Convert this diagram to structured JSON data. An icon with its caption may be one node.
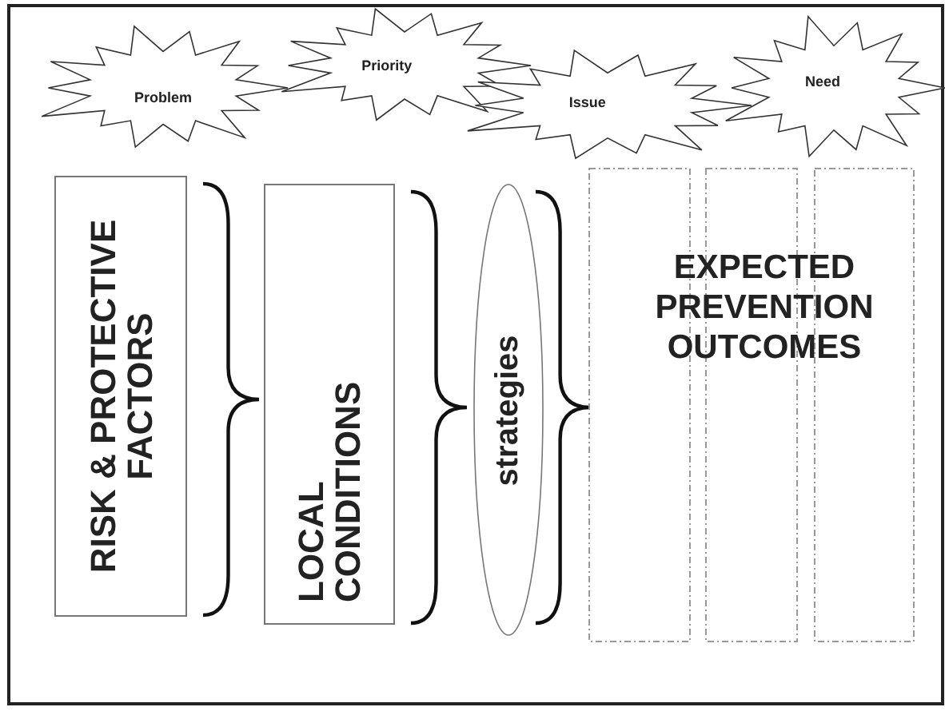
{
  "diagram": {
    "nodes": [
      {
        "text": [
          "Problem"
        ]
      },
      {
        "text": [
          "Priority"
        ]
      },
      {
        "text": [
          "Issue"
        ]
      },
      {
        "text": [
          "Need"
        ]
      },
      {
        "text": [
          "RISK & PROTECTIVE FACTORS"
        ]
      },
      {
        "text": [
          "LOCAL CONDITIONS"
        ]
      },
      {
        "text": [
          "strategies"
        ]
      },
      {
        "text": [],
        "shape": "box"
      },
      {
        "text": [],
        "shape": "box"
      },
      {
        "text": [],
        "shape": "box"
      }
    ],
    "labels": [
      "EXPECTED PREVENTION OUTCOMES"
    ]
  }
}
